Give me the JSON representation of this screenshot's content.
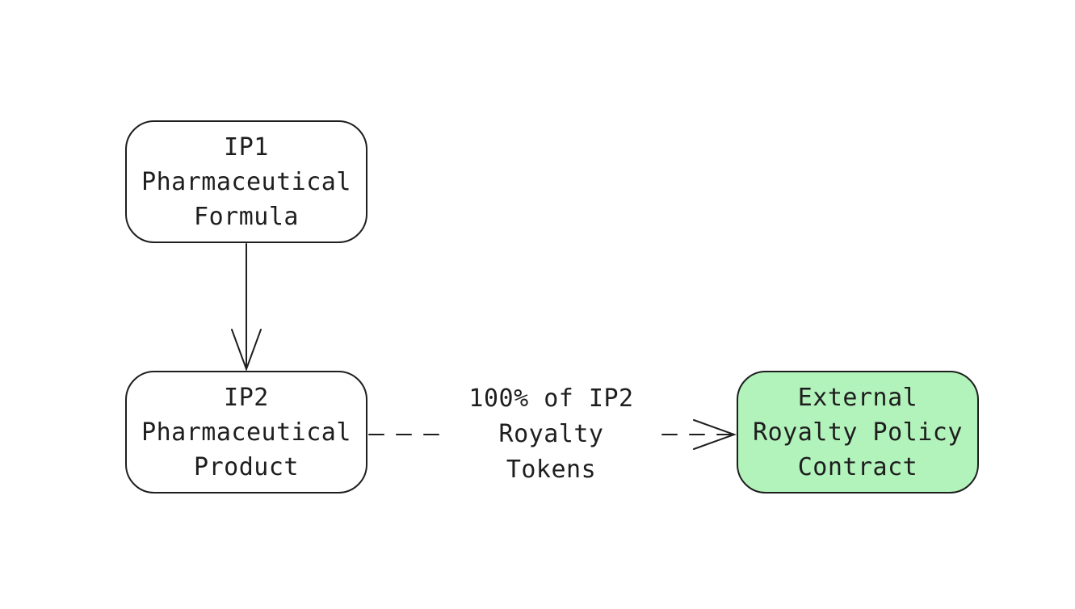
{
  "diagram": {
    "nodes": [
      {
        "id": "ip1",
        "lines": [
          "IP1",
          "Pharmaceutical",
          "Formula"
        ],
        "fill": "#ffffff",
        "stroke": "#1e1e1e"
      },
      {
        "id": "ip2",
        "lines": [
          "IP2",
          "Pharmaceutical",
          "Product"
        ],
        "fill": "#ffffff",
        "stroke": "#1e1e1e"
      },
      {
        "id": "external",
        "lines": [
          "External",
          "Royalty Policy",
          "Contract"
        ],
        "fill": "#b2f2bb",
        "stroke": "#1e1e1e"
      }
    ],
    "edges": [
      {
        "from": "ip1",
        "to": "ip2",
        "style": "solid",
        "label_lines": []
      },
      {
        "from": "ip2",
        "to": "external",
        "style": "dashed",
        "label_lines": [
          "100% of IP2",
          "Royalty",
          "Tokens"
        ]
      }
    ]
  }
}
